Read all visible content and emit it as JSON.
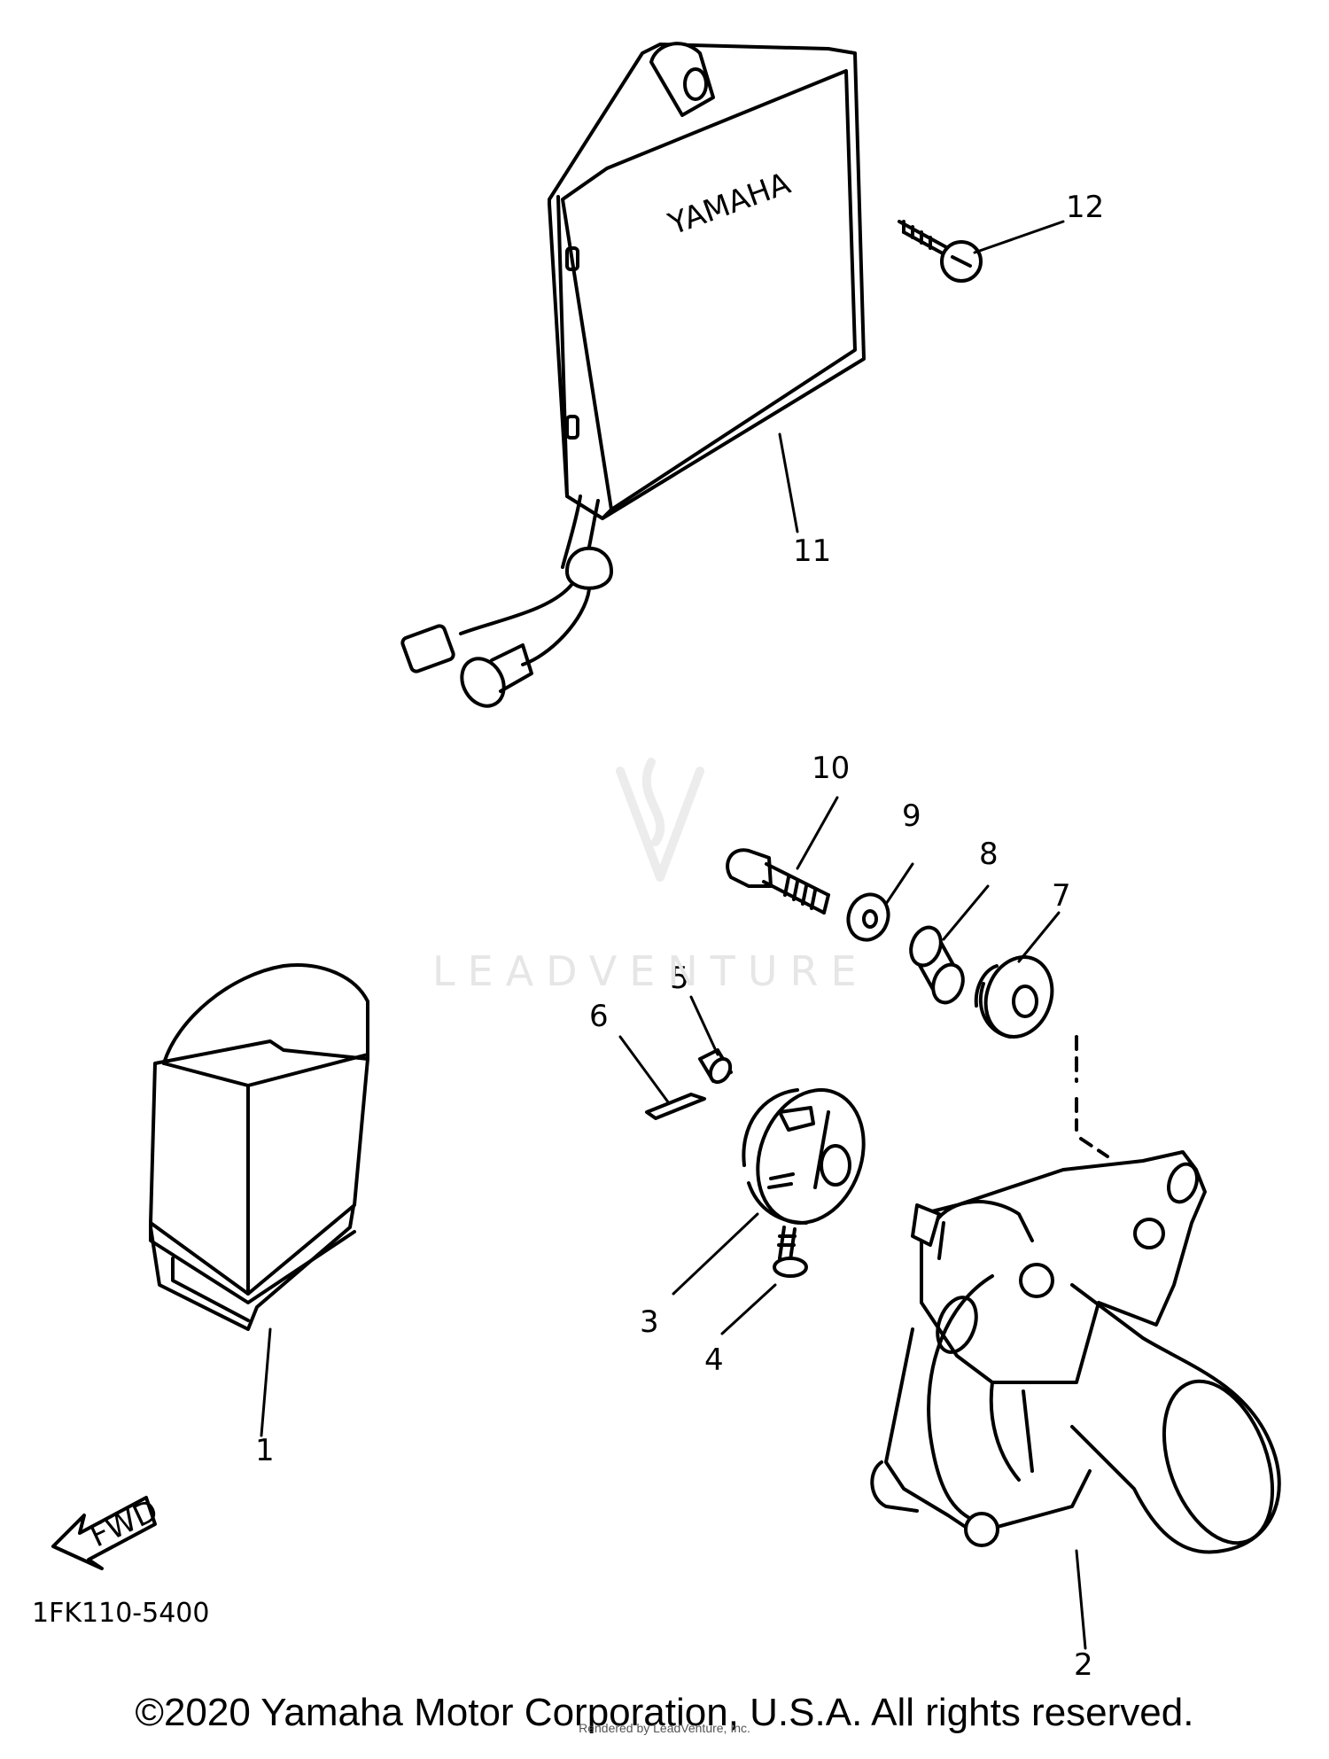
{
  "watermark": "LEADVENTURE",
  "unit_logo_text": "YAMAHA",
  "fwd_label": "FWD",
  "diagram_code": "1FK110-5400",
  "callouts": {
    "c1": "1",
    "c2": "2",
    "c3": "3",
    "c4": "4",
    "c5": "5",
    "c6": "6",
    "c7": "7",
    "c8": "8",
    "c9": "9",
    "c10": "10",
    "c11": "11",
    "c12": "12"
  },
  "copyright": "©2020 Yamaha Motor Corporation, U.S.A. All rights reserved.",
  "rendered_by": "Rendered by LeadVenture, Inc."
}
